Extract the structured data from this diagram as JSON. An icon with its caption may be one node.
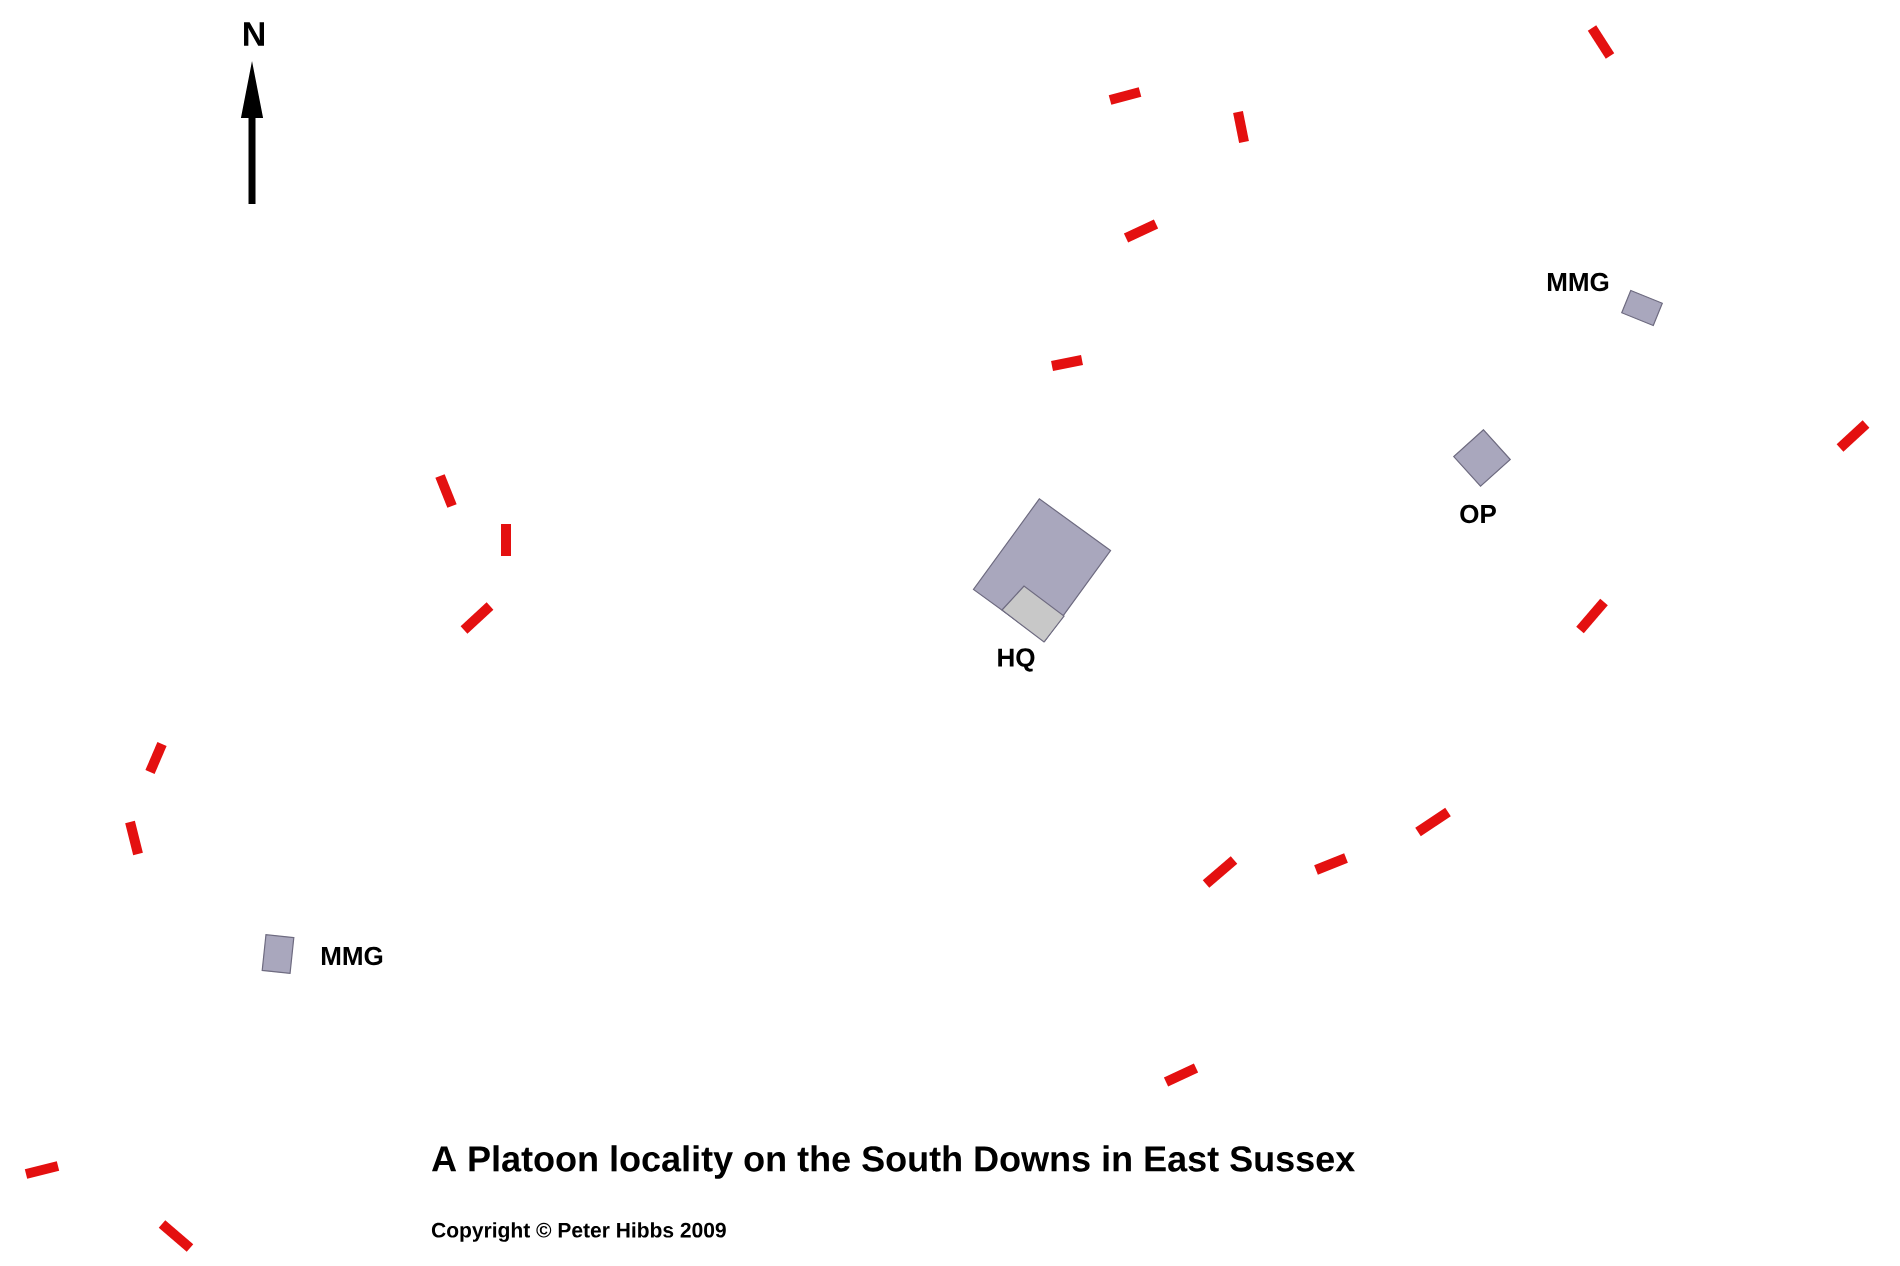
{
  "diagram": {
    "title": "A Platoon locality on the South Downs in East Sussex",
    "nodes": [
      {
        "text": [
          "MMG"
        ]
      },
      {
        "text": [
          "OP"
        ]
      },
      {
        "text": [
          "HQ"
        ]
      },
      {
        "text": [
          "MMG"
        ]
      }
    ],
    "labels": [
      "N",
      "Copyright © Peter Hibbs 2009"
    ]
  }
}
